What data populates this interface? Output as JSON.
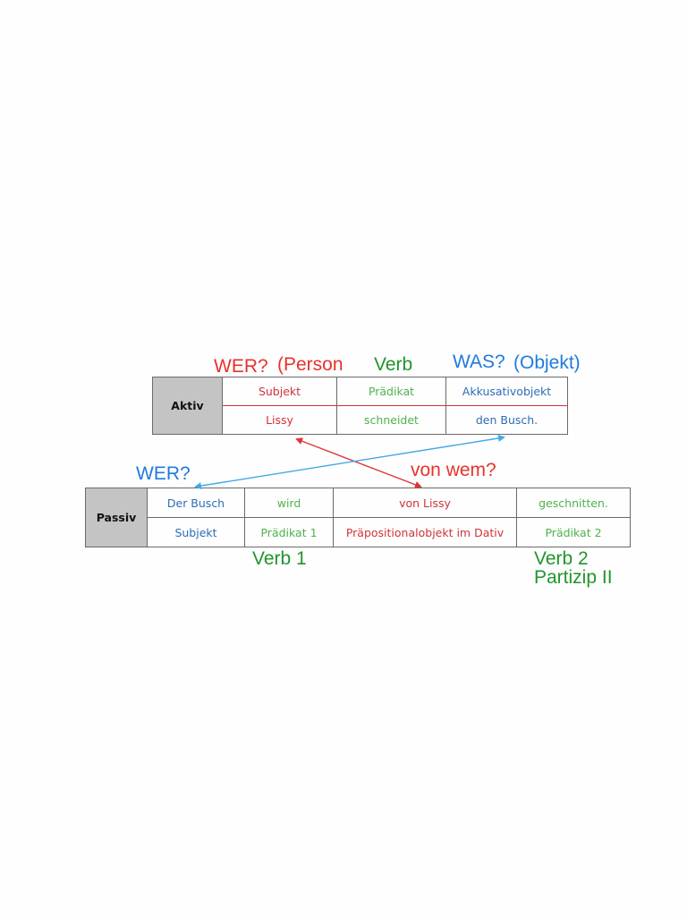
{
  "annotations_top": {
    "wer_red": "WER?",
    "person": "(Person",
    "verb": "Verb",
    "was": "WAS?",
    "objekt": "(Objekt)"
  },
  "annotations_middle": {
    "wer_blue": "WER?",
    "von_wem": "von wem?"
  },
  "annotations_bottom": {
    "verb1": "Verb 1",
    "verb2": "Verb 2",
    "partizip": "Partizip II"
  },
  "aktiv": {
    "header": "Aktiv",
    "row1": [
      "Subjekt",
      "Prädikat",
      "Akkusativobjekt"
    ],
    "row2": [
      "Lissy",
      "schneidet",
      "den Busch."
    ]
  },
  "passiv": {
    "header": "Passiv",
    "row1": [
      "Der Busch",
      "wird",
      "von Lissy",
      "geschnitten."
    ],
    "row2": [
      "Subjekt",
      "Prädikat 1",
      "Präpositionalobjekt im Dativ",
      "Prädikat 2"
    ]
  },
  "colors": {
    "red": "#e8322b",
    "green": "#20952b",
    "blue": "#1f7be0",
    "arrow_red": "#e0343a",
    "arrow_blue": "#41a8e6"
  }
}
